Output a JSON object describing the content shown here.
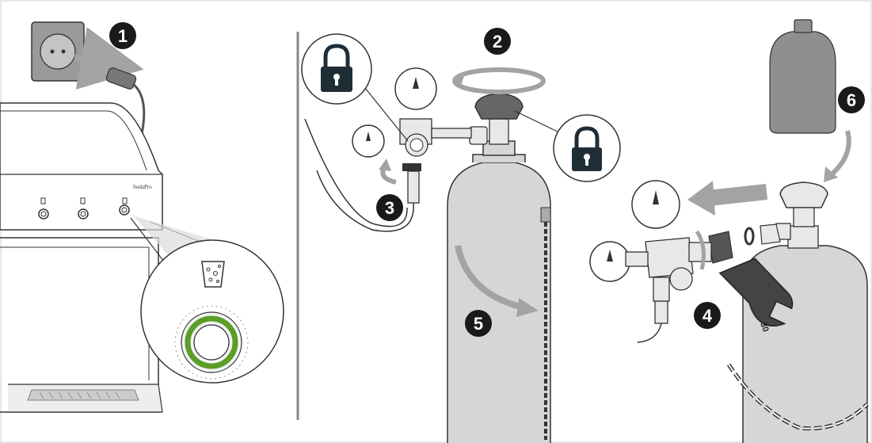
{
  "steps": {
    "s1": "1",
    "s2": "2",
    "s3": "3",
    "s4": "4",
    "s5": "5",
    "s6": "6"
  },
  "wrench_size": "30",
  "colors": {
    "outline": "#333333",
    "gray_fill": "#d6d6d6",
    "dark_fill": "#555555",
    "arrow_gray": "#a3a3a3",
    "lock_fill": "#1f2d36",
    "ring_green": "#5a9e28",
    "badge_fill": "#1a1a1a"
  },
  "icons": [
    "lock-icon",
    "wall-socket-icon",
    "glass-icon",
    "wrench-icon",
    "co2-cylinder-icon"
  ]
}
